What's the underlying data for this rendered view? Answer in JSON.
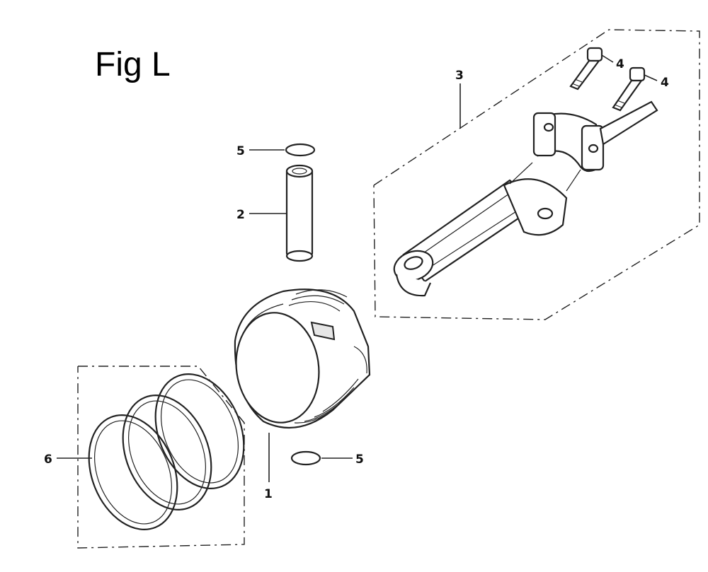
{
  "figure": {
    "title": "Fig L"
  },
  "callouts": {
    "piston": "1",
    "piston_pin": "2",
    "connecting_rod": "3",
    "rod_bolt_a": "4",
    "rod_bolt_b": "4",
    "pin_clip_top": "5",
    "pin_clip_bottom": "5",
    "piston_rings": "6"
  }
}
